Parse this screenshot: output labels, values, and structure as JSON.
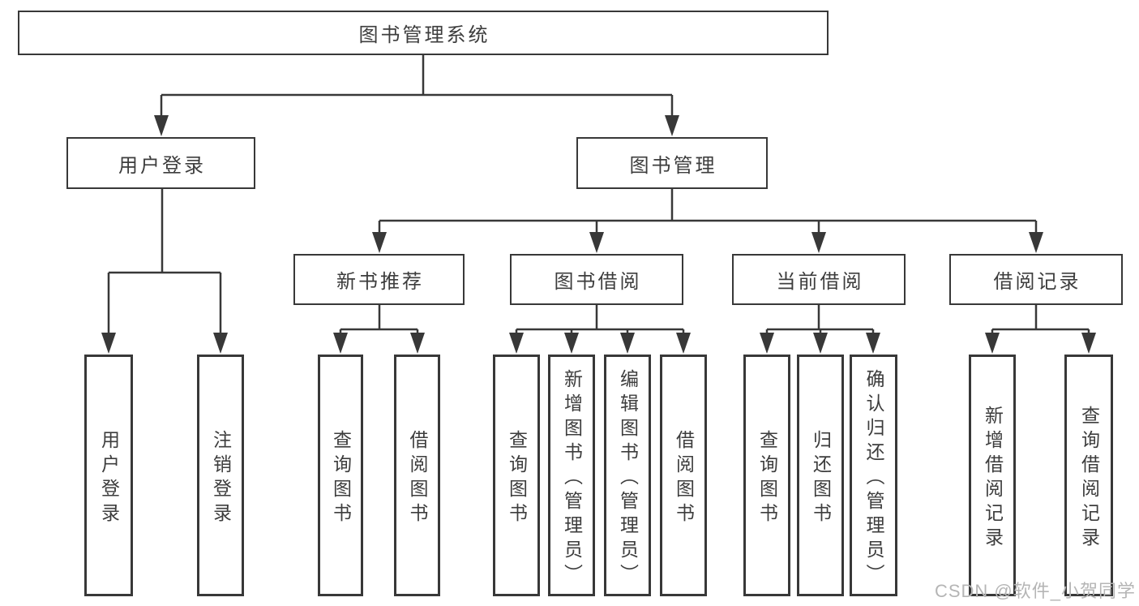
{
  "diagram": {
    "root": {
      "label": "图书管理系统"
    },
    "branches": [
      {
        "label": "用户登录",
        "children": [
          {
            "label": "用户登录"
          },
          {
            "label": "注销登录"
          }
        ]
      },
      {
        "label": "图书管理",
        "children": [
          {
            "label": "新书推荐",
            "children": [
              {
                "label": "查询图书"
              },
              {
                "label": "借阅图书"
              }
            ]
          },
          {
            "label": "图书借阅",
            "children": [
              {
                "label": "查询图书"
              },
              {
                "label": "新增图书（管理员）"
              },
              {
                "label": "编辑图书（管理员）"
              },
              {
                "label": "借阅图书"
              }
            ]
          },
          {
            "label": "当前借阅",
            "children": [
              {
                "label": "查询图书"
              },
              {
                "label": "归还图书"
              },
              {
                "label": "确认归还（管理员）"
              }
            ]
          },
          {
            "label": "借阅记录",
            "children": [
              {
                "label": "新增借阅记录"
              },
              {
                "label": "查询借阅记录"
              }
            ]
          }
        ]
      }
    ]
  },
  "watermark": {
    "text": "CSDN @软件_小贺同学"
  },
  "colors": {
    "line": "#383838",
    "text": "#3d3d3d",
    "background": "#ffffff",
    "watermark": "#b5b5b5"
  }
}
